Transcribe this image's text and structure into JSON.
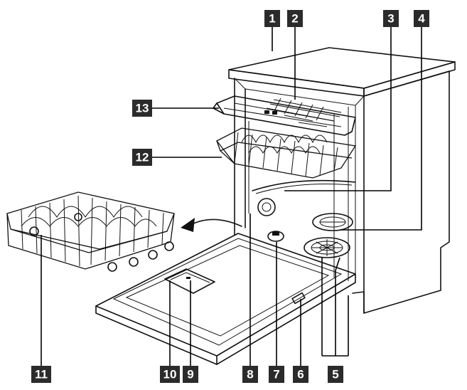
{
  "callouts": [
    {
      "id": "1",
      "label": "1"
    },
    {
      "id": "2",
      "label": "2"
    },
    {
      "id": "3",
      "label": "3"
    },
    {
      "id": "4",
      "label": "4"
    },
    {
      "id": "5",
      "label": "5"
    },
    {
      "id": "6",
      "label": "6"
    },
    {
      "id": "7",
      "label": "7"
    },
    {
      "id": "8",
      "label": "8"
    },
    {
      "id": "9",
      "label": "9"
    },
    {
      "id": "10",
      "label": "10"
    },
    {
      "id": "11",
      "label": "11"
    },
    {
      "id": "12",
      "label": "12"
    },
    {
      "id": "13",
      "label": "13"
    }
  ],
  "colors": {
    "badge": "#2b2b2b",
    "badge_text": "#ffffff",
    "line": "#111111",
    "background": "#ffffff"
  },
  "icons": [
    "arrow-icon"
  ]
}
